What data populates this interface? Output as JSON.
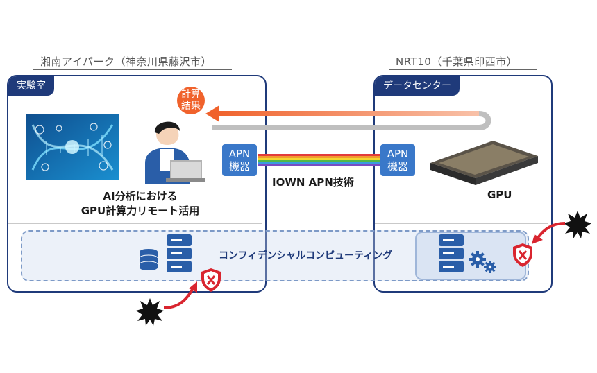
{
  "sites": {
    "left_label": "湘南アイパーク（神奈川県藤沢市）",
    "right_label": "NRT10（千葉県印西市）"
  },
  "left_panel": {
    "tag": "実験室",
    "caption_line1": "AI分析における",
    "caption_line2": "GPU計算力リモート活用"
  },
  "right_panel": {
    "tag": "データセンター",
    "gpu_label": "GPU"
  },
  "calc_result": {
    "line1": "計算",
    "line2": "結果"
  },
  "apn_device": {
    "line1": "APN",
    "line2": "機器"
  },
  "link_label": "IOWN APN技術",
  "confidential_label": "コンフィデンシャルコンピューティング",
  "colors": {
    "navy": "#1f3a7a",
    "apn_blue": "#3a78c9",
    "result_orange": "#f0622c",
    "attack_red": "#d9252f",
    "dash_blue": "#7d9ac7"
  },
  "icons": [
    "database-icon",
    "server-icon",
    "gear-icon",
    "shield-x-icon",
    "attack-burst-icon",
    "dna-image",
    "person-laptop-icon",
    "gpu-card-icon"
  ]
}
